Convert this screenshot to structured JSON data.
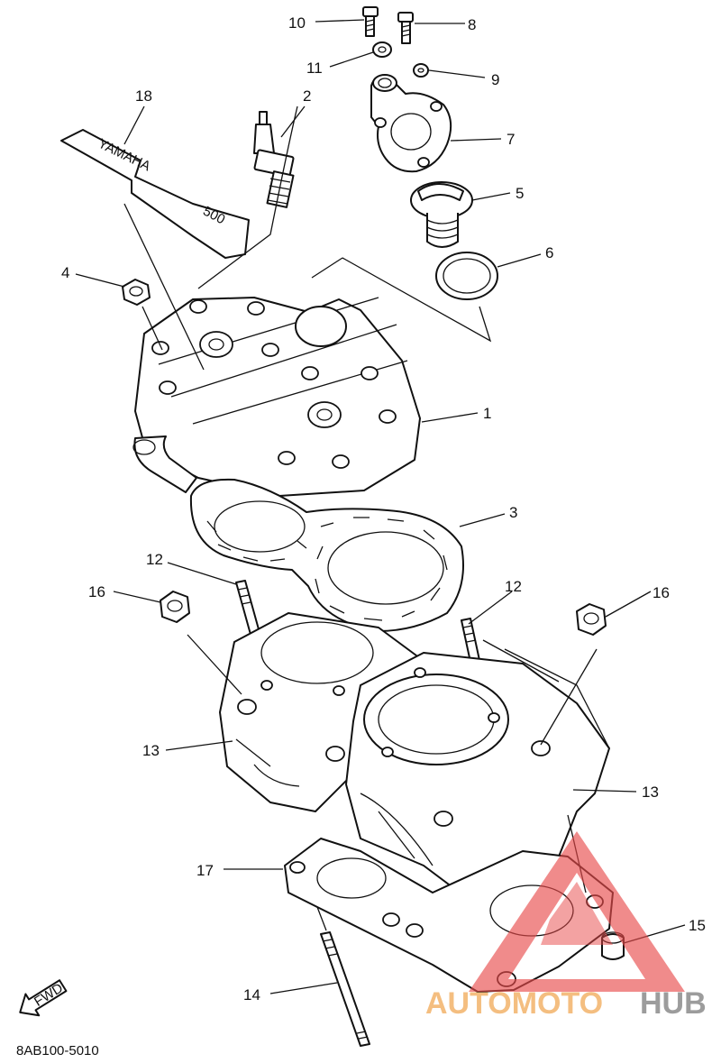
{
  "callouts": [
    {
      "id": "c10",
      "num": "10"
    },
    {
      "id": "c8",
      "num": "8"
    },
    {
      "id": "c11",
      "num": "11"
    },
    {
      "id": "c9",
      "num": "9"
    },
    {
      "id": "c18",
      "num": "18"
    },
    {
      "id": "c2",
      "num": "2"
    },
    {
      "id": "c7",
      "num": "7"
    },
    {
      "id": "c5",
      "num": "5"
    },
    {
      "id": "c6",
      "num": "6"
    },
    {
      "id": "c4",
      "num": "4"
    },
    {
      "id": "c1",
      "num": "1"
    },
    {
      "id": "c3",
      "num": "3"
    },
    {
      "id": "c12a",
      "num": "12"
    },
    {
      "id": "c12b",
      "num": "12"
    },
    {
      "id": "c16a",
      "num": "16"
    },
    {
      "id": "c16b",
      "num": "16"
    },
    {
      "id": "c13a",
      "num": "13"
    },
    {
      "id": "c13b",
      "num": "13"
    },
    {
      "id": "c17",
      "num": "17"
    },
    {
      "id": "c15",
      "num": "15"
    },
    {
      "id": "c14",
      "num": "14"
    }
  ],
  "part_code": "8AB100-5010",
  "fwd_label": "FWD",
  "gasket_text": {
    "brand": "YAMAHA",
    "model": "500"
  },
  "watermark": {
    "part1": "AUTOMOTO",
    "part2": "HUB"
  },
  "colors": {
    "ink": "#111111",
    "watermark_orange": "#f3b36b",
    "watermark_gray": "#8b8b8b",
    "watermark_red": "#e84a4a"
  }
}
